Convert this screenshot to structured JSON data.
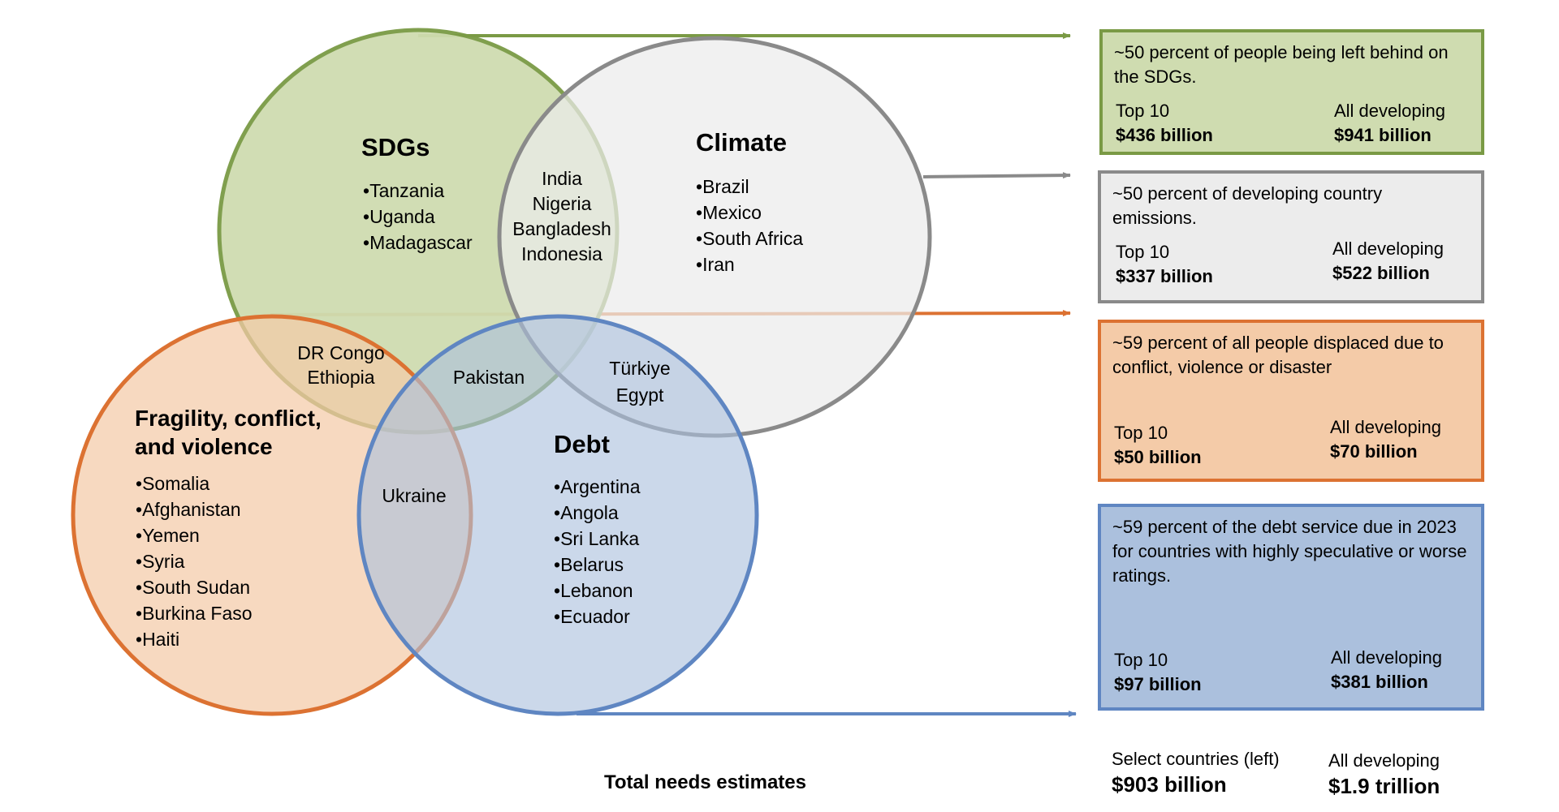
{
  "colors": {
    "sdgs_fill": "#cfdcb0",
    "sdgs_stroke": "#7a9a45",
    "climate_fill": "#ececec",
    "climate_stroke": "#8a8a8a",
    "fcv_fill": "#f4cba8",
    "fcv_stroke": "#dc7232",
    "debt_fill": "#abc0dd",
    "debt_stroke": "#5f86c2"
  },
  "circles": {
    "sdgs": {
      "title": "SDGs",
      "countries": [
        "Tanzania",
        "Uganda",
        "Madagascar"
      ]
    },
    "climate": {
      "title": "Climate",
      "countries": [
        "Brazil",
        "Mexico",
        "South Africa",
        "Iran"
      ]
    },
    "fcv": {
      "title_line1": "Fragility, conflict,",
      "title_line2": "and violence",
      "countries": [
        "Somalia",
        "Afghanistan",
        "Yemen",
        "Syria",
        "South Sudan",
        "Burkina Faso",
        "Haiti"
      ]
    },
    "debt": {
      "title": "Debt",
      "countries": [
        "Argentina",
        "Angola",
        "Sri Lanka",
        "Belarus",
        "Lebanon",
        "Ecuador"
      ]
    }
  },
  "overlaps": {
    "sdgs_climate": [
      "India",
      "Nigeria",
      "Bangladesh",
      "Indonesia"
    ],
    "sdgs_fcv": [
      "DR Congo",
      "Ethiopia"
    ],
    "sdgs_climate_debt": "Pakistan",
    "climate_debt": [
      "Türkiye",
      "Egypt"
    ],
    "fcv_debt": "Ukraine"
  },
  "boxes": {
    "sdgs": {
      "desc": "~50 percent of people being left behind on the SDGs.",
      "top_label": "Top 10",
      "top_value": "$436 billion",
      "all_label": "All developing",
      "all_value": "$941 billion"
    },
    "climate": {
      "desc": "~50 percent of developing country emissions.",
      "top_label": "Top 10",
      "top_value": "$337 billion",
      "all_label": "All developing",
      "all_value": "$522 billion"
    },
    "fcv": {
      "desc": "~59 percent of all people displaced due to conflict, violence or disaster",
      "top_label": "Top 10",
      "top_value": "$50 billion",
      "all_label": "All developing",
      "all_value": "$70 billion"
    },
    "debt": {
      "desc": "~59 percent of the debt service due in 2023 for countries with highly speculative or worse ratings.",
      "top_label": "Top 10",
      "top_value": "$97 billion",
      "all_label": "All developing",
      "all_value": "$381 billion"
    }
  },
  "totals": {
    "caption": "Total needs estimates",
    "select_label": "Select countries (left)",
    "select_value": "$903 billion",
    "all_label": "All developing",
    "all_value": "$1.9 trillion"
  }
}
